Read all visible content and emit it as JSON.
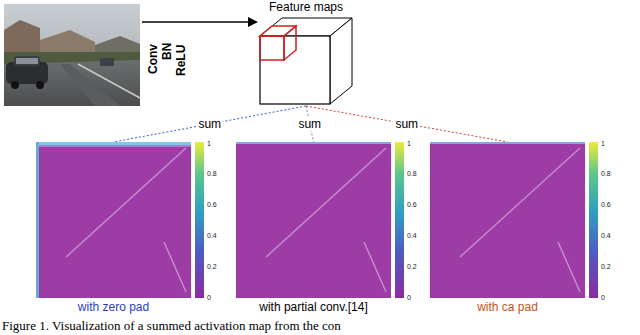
{
  "diagram": {
    "caption": "Figure 1. Visualization of a summed activation map from the con",
    "nodes": [
      {
        "text": [
          "Feature maps"
        ]
      },
      {
        "text": [
          "with zero pad"
        ]
      },
      {
        "text": [
          "with partial conv.[14]"
        ]
      },
      {
        "text": [
          "with ca pad"
        ]
      }
    ],
    "edges": [
      {
        "from": 0,
        "to": 1,
        "label": "sum",
        "arrow": "none"
      },
      {
        "from": 0,
        "to": 2,
        "label": "sum",
        "arrow": "none"
      },
      {
        "from": 0,
        "to": 3,
        "label": "sum",
        "arrow": "none"
      }
    ],
    "labels": [
      "Conv",
      "BN",
      "ReLU",
      "0",
      "0.2",
      "0.4",
      "0.6",
      "0.8",
      "1",
      "0",
      "0.2",
      "0.4",
      "0.6",
      "0.8",
      "1",
      "0",
      "0.2",
      "0.4",
      "0.6",
      "0.8",
      "1"
    ]
  }
}
